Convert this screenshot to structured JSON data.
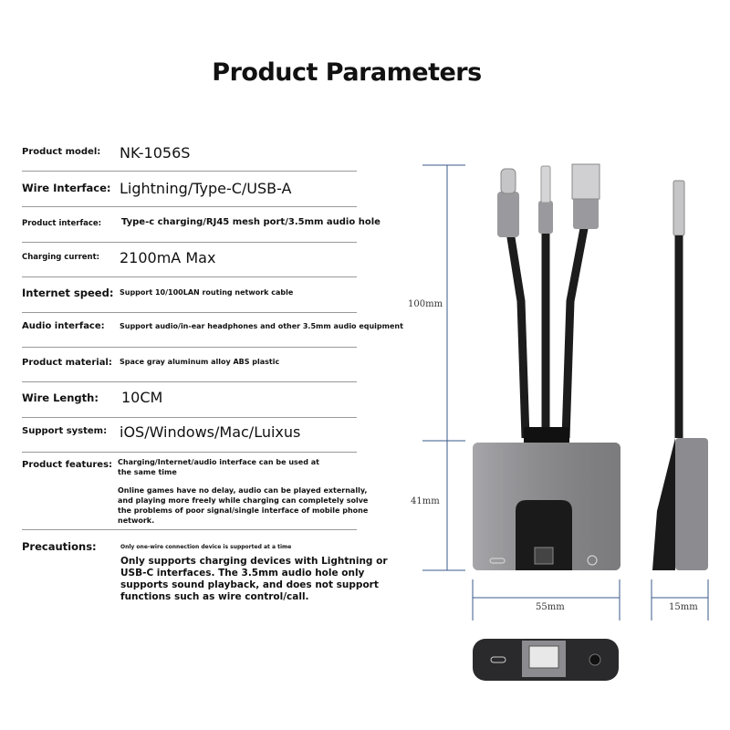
{
  "title": "Product Parameters",
  "rows": [
    {
      "label": "Product model:",
      "value": "NK-1056S"
    },
    {
      "label": "Wire Interface:",
      "value": "Lightning/Type-C/USB-A"
    },
    {
      "label": "Product interface:",
      "value": "Type-c charging/RJ45 mesh port/3.5mm audio hole"
    },
    {
      "label": "Charging current:",
      "value": "2100mA Max"
    },
    {
      "label": "Internet speed:",
      "value": "Support 10/100LAN routing network cable"
    },
    {
      "label": "Audio interface:",
      "value": "Support audio/in-ear headphones and other 3.5mm audio equipment"
    },
    {
      "label": "Product material:",
      "value": "Space gray aluminum alloy ABS plastic"
    },
    {
      "label": "Wire Length:",
      "value": "10CM"
    },
    {
      "label": "Support system:",
      "value": "iOS/Windows/Mac/Luixus"
    }
  ],
  "features": {
    "label": "Product features:",
    "line1": "Charging/Internet/audio interface can be used at the same time",
    "line2": "Online games have no delay, audio can be played externally, and playing more freely while charging can completely solve the problems of poor signal/single interface of mobile phone network."
  },
  "precautions": {
    "label": "Precautions:",
    "line1": "Only one-wire connection device is supported at a time",
    "line2": "Only supports charging devices with Lightning or USB-C interfaces. The 3.5mm audio hole only supports sound playback, and does not support functions such as wire control/call."
  },
  "dimensions": {
    "height_cable": "100mm",
    "height_body": "41mm",
    "width": "55mm",
    "depth": "15mm"
  }
}
